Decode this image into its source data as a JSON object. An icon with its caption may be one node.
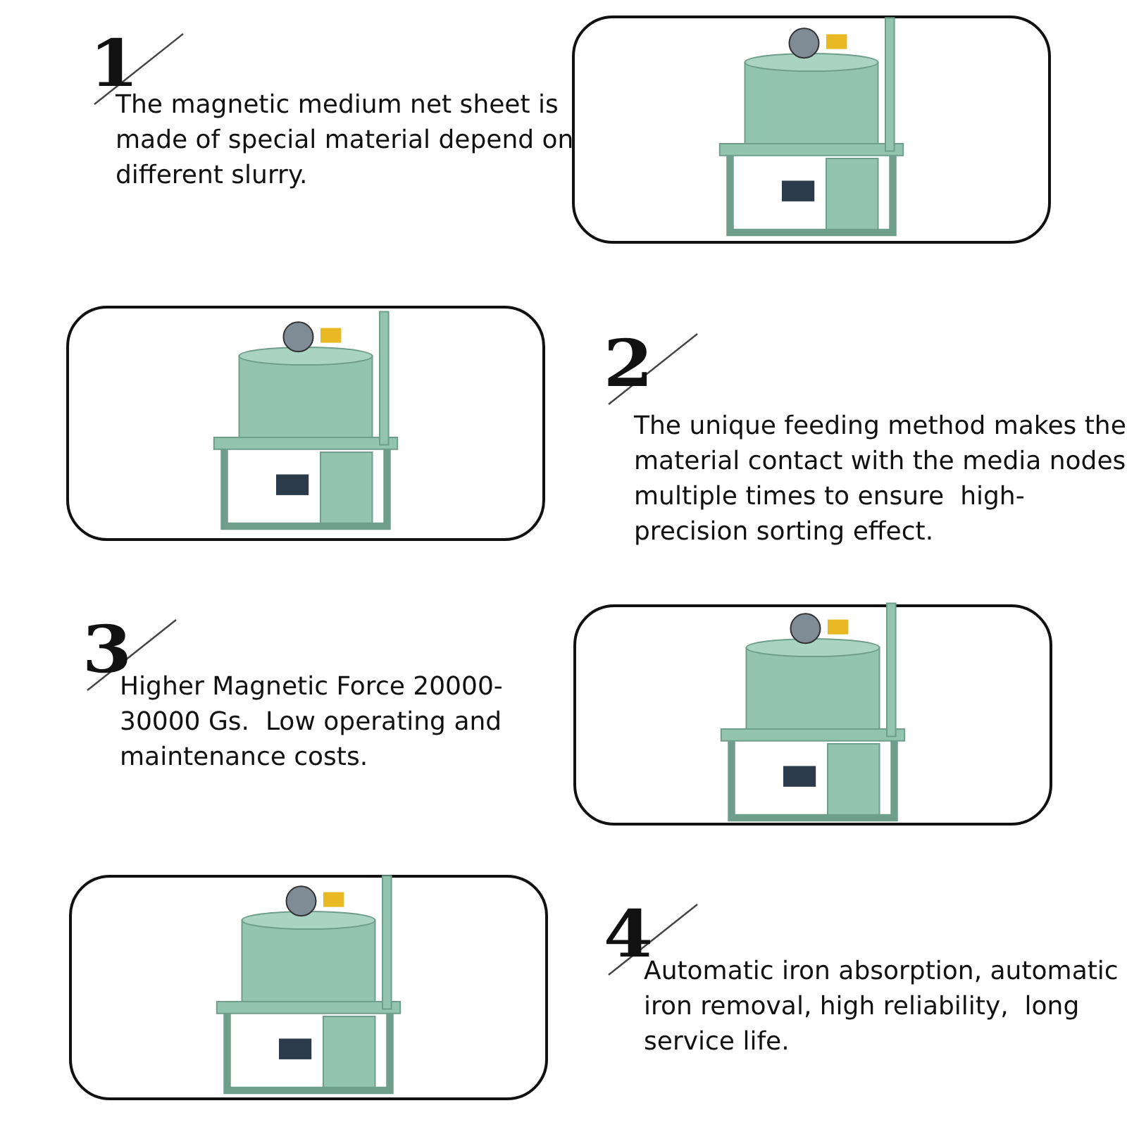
{
  "diagram": {
    "labels": [
      "1",
      "The magnetic medium net sheet is made of special material depend on different slurry.",
      "2",
      "The unique feeding method makes the material contact with the media nodes multiple times to ensure  high-precision sorting effect.",
      "3",
      "Higher Magnetic Force 20000-30000 Gs.  Low operating and maintenance costs.",
      "4",
      "Automatic iron absorption, automatic iron removal, high reliability,  long service life."
    ]
  }
}
